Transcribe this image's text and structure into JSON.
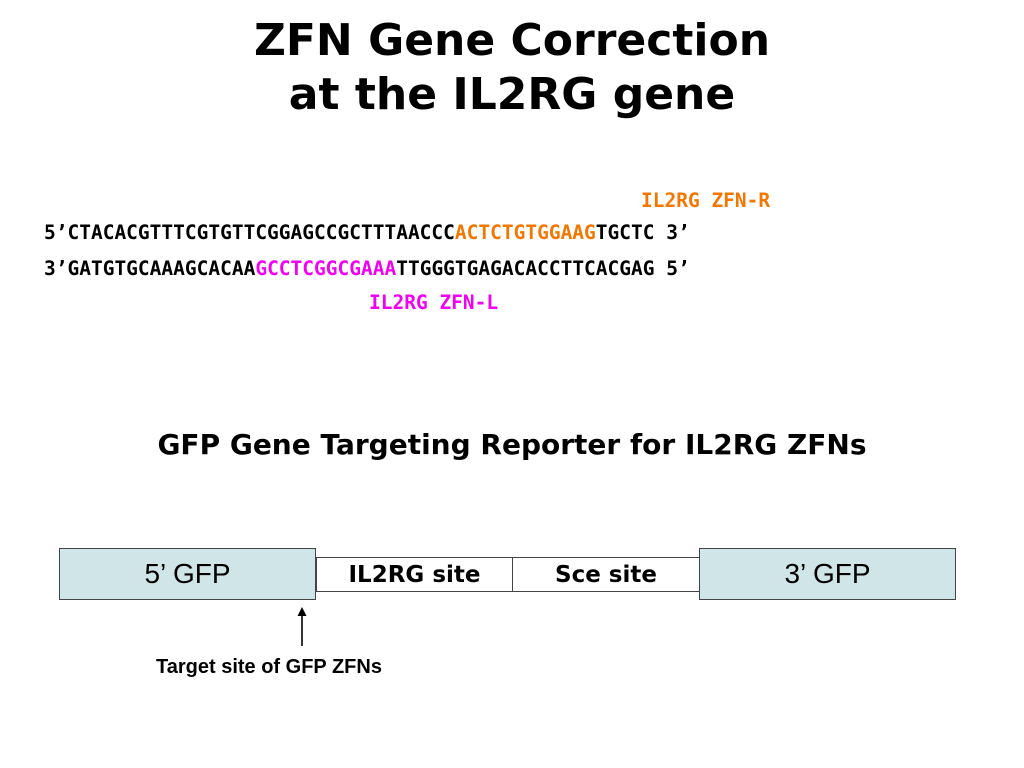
{
  "title": {
    "line1": "ZFN Gene Correction",
    "line2": "at the IL2RG gene"
  },
  "colors": {
    "zfn_r": "#f07800",
    "zfn_l": "#ee00ee",
    "gfp_box": "#cfe5e8"
  },
  "sequence": {
    "zfn_r_label": "IL2RG ZFN-R",
    "top_strand": {
      "prefix": "5’CTACACGTTTCGTGTTCGGAGCCGCTTTAACCC",
      "highlight": "ACTCTGTGGAAG",
      "suffix": "TGCTC 3’"
    },
    "bottom_strand": {
      "prefix": "3’GATGTGCAAAGCACAA",
      "highlight": "GCCTCGGCGAAA",
      "suffix": "TTGGGTGAGACACCTTCACGAG 5’"
    },
    "zfn_l_label": "IL2RG ZFN-L"
  },
  "reporter": {
    "subtitle": "GFP Gene Targeting Reporter for IL2RG ZFNs",
    "gfp5_label": "5’ GFP",
    "il2rg_site_label": "IL2RG site",
    "sce_site_label": "Sce site",
    "gfp3_label": "3’ GFP",
    "target_label": "Target site of GFP ZFNs"
  }
}
